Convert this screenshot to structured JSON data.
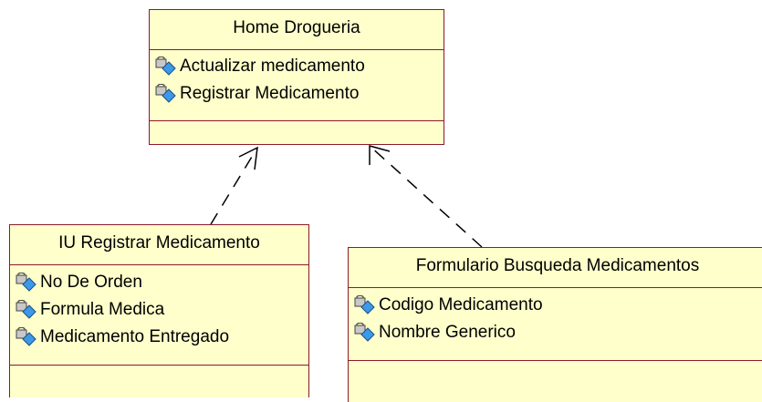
{
  "colors": {
    "box_fill": "#ffffcc",
    "box_border": "#8b1a2b",
    "link": "#000000"
  },
  "classes": {
    "home": {
      "name": "Home Drogueria",
      "members": [
        "Actualizar medicamento",
        "Registrar Medicamento"
      ]
    },
    "iu": {
      "name": "IU Registrar Medicamento",
      "members": [
        "No De Orden",
        "Formula Medica",
        "Medicamento Entregado"
      ]
    },
    "form": {
      "name": "Formulario Busqueda Medicamentos",
      "members": [
        "Codigo Medicamento",
        "Nombre Generico"
      ]
    }
  },
  "member_icon": "lock-diamond-icon",
  "relationships": [
    {
      "from": "IU Registrar Medicamento",
      "to": "Home Drogueria",
      "type": "dependency"
    },
    {
      "from": "Formulario Busqueda Medicamentos",
      "to": "Home Drogueria",
      "type": "dependency"
    }
  ]
}
